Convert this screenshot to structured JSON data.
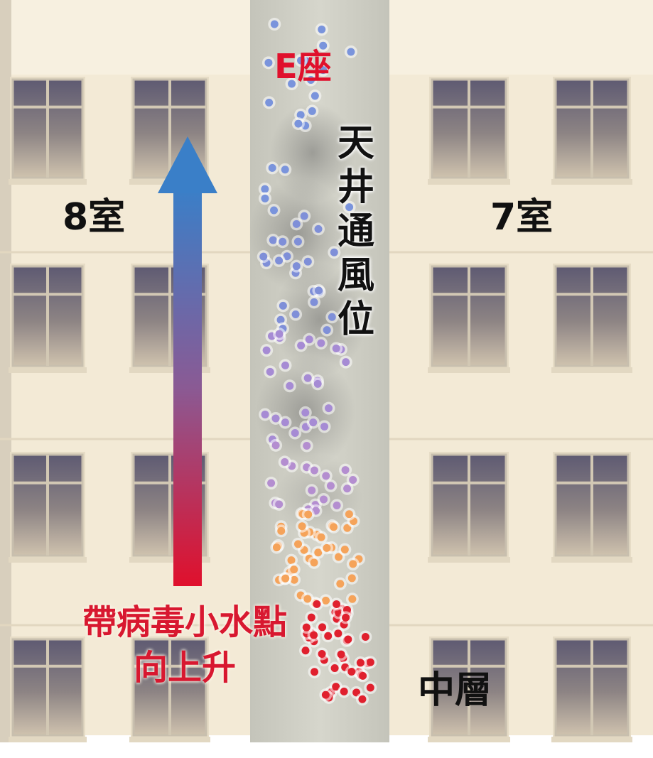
{
  "block_title": "E座",
  "shaft_label": [
    "天",
    "井",
    "通",
    "風",
    "位"
  ],
  "rooms": {
    "left": "8室",
    "right": "7室"
  },
  "floor_label": "中層",
  "arrow_caption": [
    "帶病毒小水點",
    "向上升"
  ],
  "colors": {
    "title_red": "#e0102c",
    "caption_red": "#d81830",
    "arrow_top_blue": "#3a7fc8",
    "arrow_bottom_red": "#e0102c",
    "wall": "#f3ead6",
    "shaft": "#c9c9c0",
    "droplet_blue": "#7a94dc",
    "droplet_purple": "#a68bd4",
    "droplet_orange": "#f5a35a",
    "droplet_red": "#e0202e"
  }
}
